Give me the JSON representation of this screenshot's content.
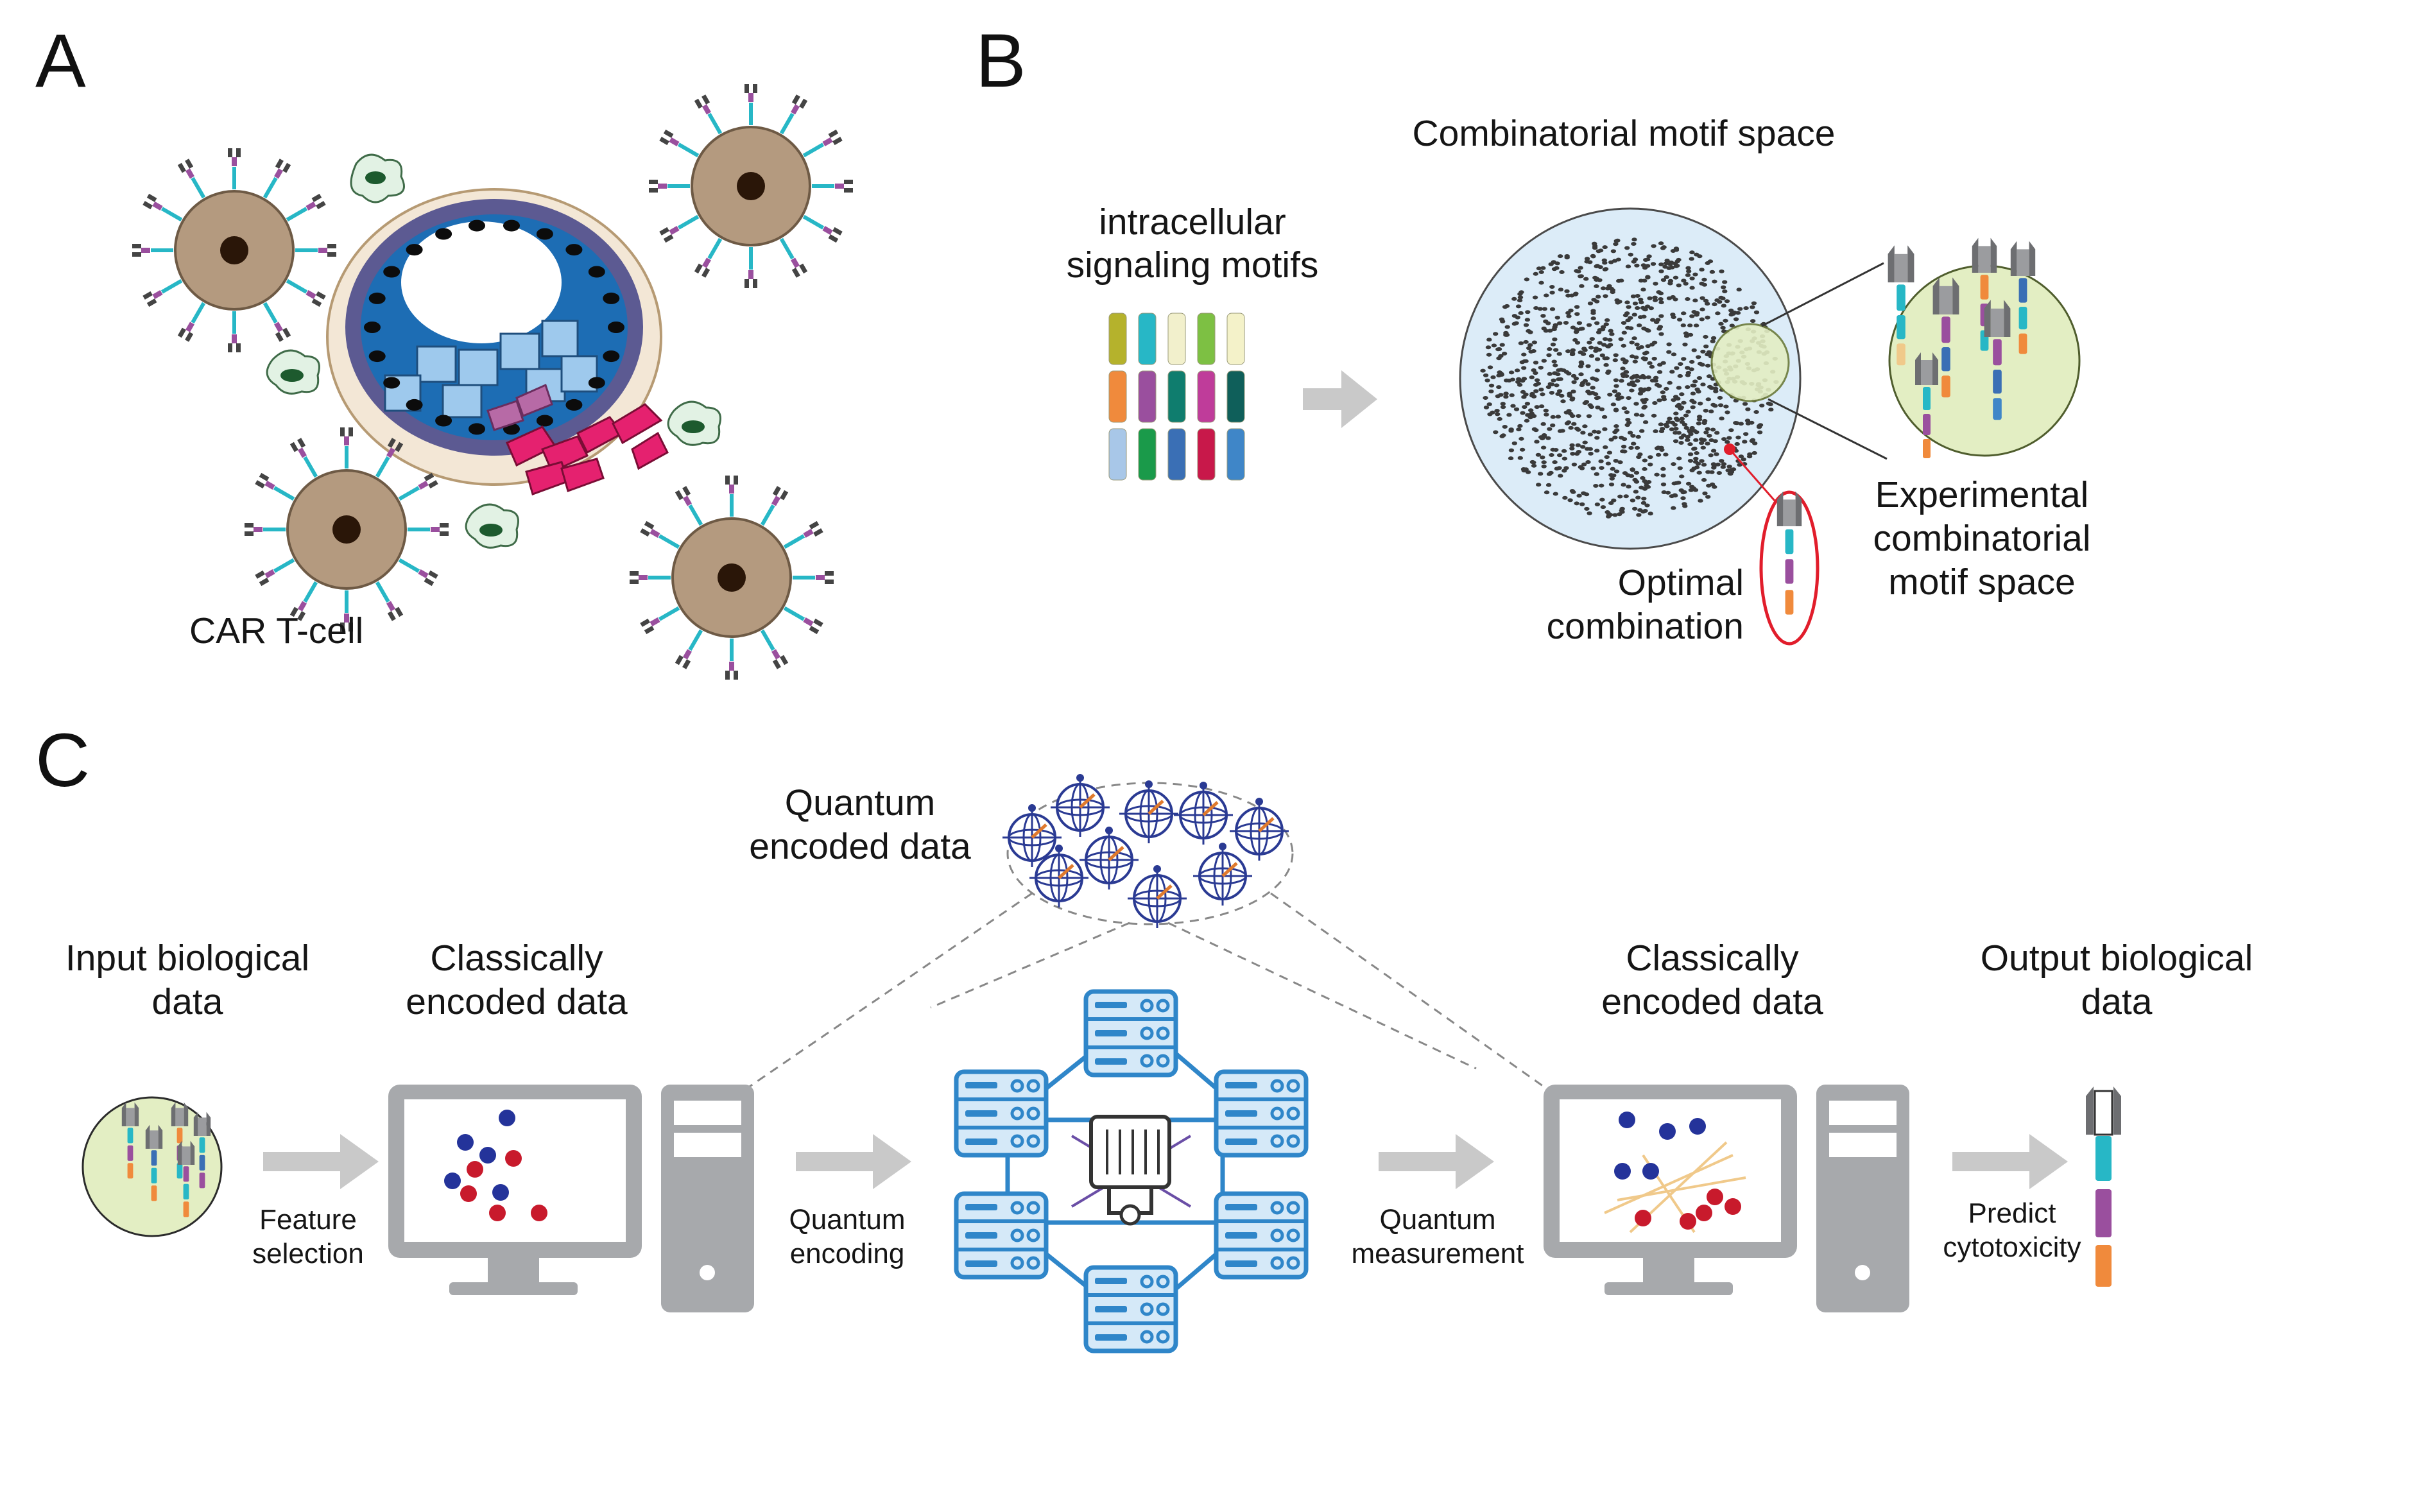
{
  "panels": {
    "a": {
      "letter": "A",
      "car_label": "CAR T-cell"
    },
    "b": {
      "letter": "B",
      "motif_label_line1": "intracellular",
      "motif_label_line2": "signaling motifs",
      "space_title": "Combinatorial motif space",
      "optimal_line1": "Optimal",
      "optimal_line2": "combination",
      "experimental_line1": "Experimental",
      "experimental_line2": "combinatorial",
      "experimental_line3": "motif space",
      "motif_colors": [
        [
          "#b5b22c",
          "#27b7c6",
          "#f2f0cc",
          "#7dc043",
          "#f4f2c9"
        ],
        [
          "#f08a3c",
          "#9a4f9e",
          "#0f7d6e",
          "#bf3c9a",
          "#0f5f5a"
        ],
        [
          "#a8c7e8",
          "#1a9a4a",
          "#3a6fb5",
          "#c8184a",
          "#3f86c8"
        ]
      ]
    },
    "c": {
      "letter": "C",
      "input_line1": "Input biological",
      "input_line2": "data",
      "classical_left_line1": "Classically",
      "classical_left_line2": "encoded data",
      "quantum_data_line1": "Quantum",
      "quantum_data_line2": "encoded data",
      "classical_right_line1": "Classically",
      "classical_right_line2": "encoded data",
      "output_line1": "Output biological",
      "output_line2": "data",
      "feature_line1": "Feature",
      "feature_line2": "selection",
      "qenc_line1": "Quantum",
      "qenc_line2": "encoding",
      "qmeas_line1": "Quantum",
      "qmeas_line2": "measurement",
      "predict_line1": "Predict",
      "predict_line2": "cytotoxicity"
    }
  },
  "colors": {
    "accent_blue": "#2f86c9",
    "server_fill": "#d5e9f8",
    "point_blue": "#24339a",
    "point_red": "#c81a2c",
    "gray": "#a7a9ac",
    "arrow": "#c9c9c9",
    "space_fill": "#dcecf8",
    "experimental_fill": "#e3eec3"
  }
}
